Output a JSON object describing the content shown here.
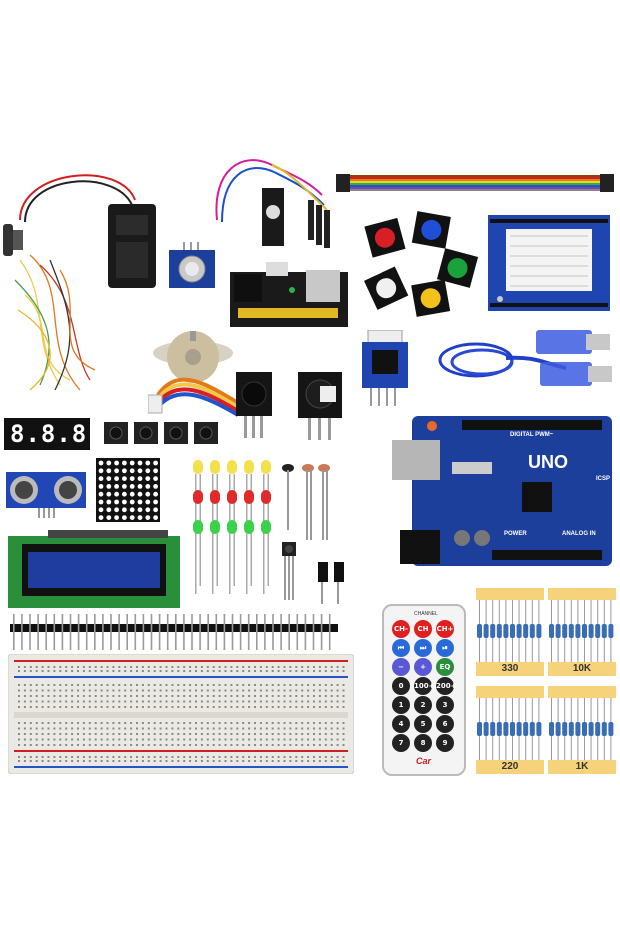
{
  "kit": {
    "board_label": "UNO",
    "board_text": {
      "digital": "DIGITAL PWM~",
      "power": "POWER",
      "analog": "ANALOG IN",
      "icsp": "ICSP"
    },
    "seven_segment": "8.8.8.8",
    "remote": {
      "header": "CHANNEL",
      "buttons": [
        "CH-",
        "CH",
        "CH+",
        "⏮",
        "⏭",
        "⏯",
        "−",
        "+",
        "EQ",
        "0",
        "100+",
        "200+",
        "1",
        "2",
        "3",
        "4",
        "5",
        "6",
        "7",
        "8",
        "9"
      ],
      "logo": "Car"
    },
    "resistors": [
      {
        "value": "330"
      },
      {
        "value": "10K"
      },
      {
        "value": "220"
      },
      {
        "value": "1K"
      }
    ],
    "button_cap_colors": [
      "#d81f26",
      "#1e4fd6",
      "#f0f0f0",
      "#1aa33a",
      "#f3c21a"
    ],
    "led_colors": [
      "#f4e04d",
      "#e02a2a",
      "#39d24a"
    ],
    "accent_blue": "#1d3f9c"
  }
}
